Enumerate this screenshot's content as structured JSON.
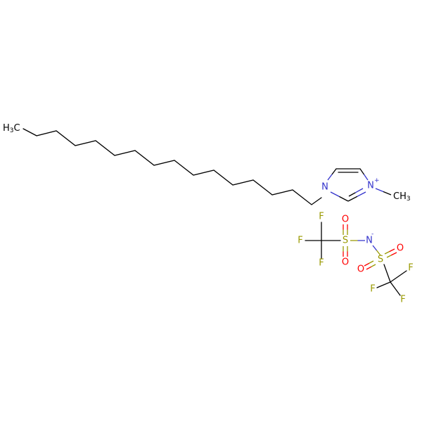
{
  "colors": {
    "carbon": "#000000",
    "nitrogen": "#3333cc",
    "oxygen": "#ff0000",
    "sulfur": "#999900",
    "fluorine": "#999900"
  },
  "cation": {
    "chain_terminal_label": "H3C",
    "chain_terminal_main": "H",
    "chain_terminal_sub": "3",
    "chain_terminal_tail": "C",
    "ring_n1_label": "N",
    "ring_n3_label": "N",
    "ring_n3_charge": "+",
    "methyl_label": "CH3",
    "methyl_main": "CH",
    "methyl_sub": "3"
  },
  "anion": {
    "nitrogen_label": "N",
    "nitrogen_charge": "-",
    "sulfur_left_label": "S",
    "sulfur_right_label": "S",
    "oxygen_labels": [
      "O",
      "O",
      "O",
      "O"
    ],
    "fluorine_labels": [
      "F",
      "F",
      "F",
      "F",
      "F",
      "F"
    ]
  }
}
